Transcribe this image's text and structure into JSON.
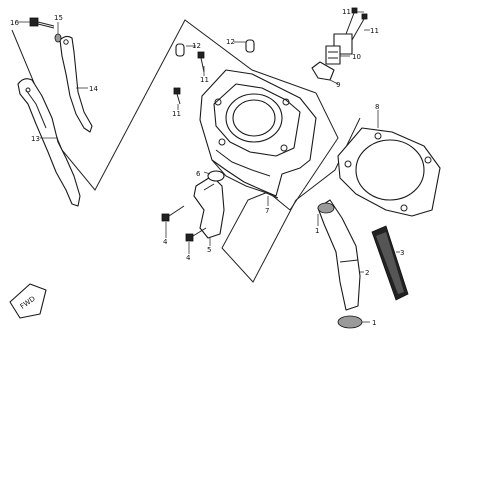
{
  "diagram": {
    "callouts": [
      {
        "id": "c16",
        "text": "16"
      },
      {
        "id": "c15",
        "text": "15"
      },
      {
        "id": "c14",
        "text": "14"
      },
      {
        "id": "c13",
        "text": "13"
      },
      {
        "id": "c12a",
        "text": "12"
      },
      {
        "id": "c11a",
        "text": "11"
      },
      {
        "id": "c11b",
        "text": "11"
      },
      {
        "id": "c12b",
        "text": "12"
      },
      {
        "id": "c11c",
        "text": "11"
      },
      {
        "id": "c11d",
        "text": "11"
      },
      {
        "id": "c10",
        "text": "10"
      },
      {
        "id": "c9",
        "text": "9"
      },
      {
        "id": "c8",
        "text": "8"
      },
      {
        "id": "c7",
        "text": "7"
      },
      {
        "id": "c6",
        "text": "6"
      },
      {
        "id": "c5",
        "text": "5"
      },
      {
        "id": "c4a",
        "text": "4"
      },
      {
        "id": "c4b",
        "text": "4"
      },
      {
        "id": "c1a",
        "text": "1"
      },
      {
        "id": "c2",
        "text": "2"
      },
      {
        "id": "c3",
        "text": "3"
      },
      {
        "id": "c1b",
        "text": "1"
      }
    ],
    "badge": "FWD"
  }
}
